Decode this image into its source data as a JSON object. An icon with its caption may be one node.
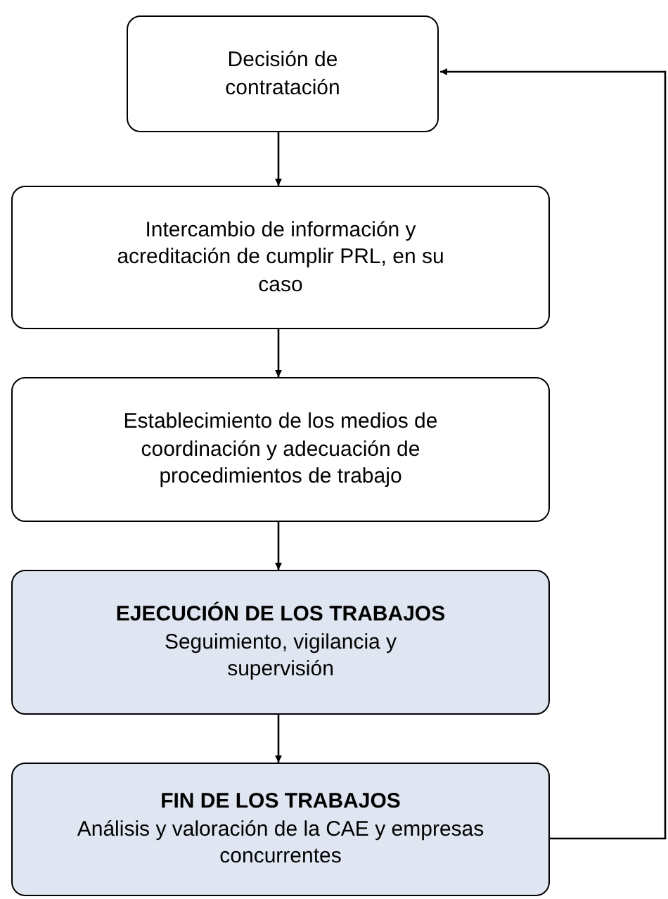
{
  "diagram": {
    "nodes": [
      {
        "text": [
          "Decisión de contratación"
        ]
      },
      {
        "text": [
          "Intercambio de información y acreditación de cumplir PRL, en su caso"
        ]
      },
      {
        "text": [
          "Establecimiento de los medios de coordinación y adecuación de procedimientos de trabajo"
        ]
      },
      {
        "text": [
          "EJECUCIÓN DE LOS TRABAJOS",
          "Seguimiento, vigilancia y supervisión"
        ]
      },
      {
        "text": [
          "FIN DE LOS TRABAJOS",
          "Análisis y valoración de la CAE y empresas concurrentes"
        ]
      }
    ],
    "edges": [
      {
        "from": 0,
        "to": 1,
        "arrow": "to"
      },
      {
        "from": 1,
        "to": 2,
        "arrow": "to"
      },
      {
        "from": 2,
        "to": 3,
        "arrow": "to"
      },
      {
        "from": 3,
        "to": 4,
        "arrow": "to"
      },
      {
        "from": 4,
        "to": 0,
        "arrow": "to"
      }
    ]
  }
}
